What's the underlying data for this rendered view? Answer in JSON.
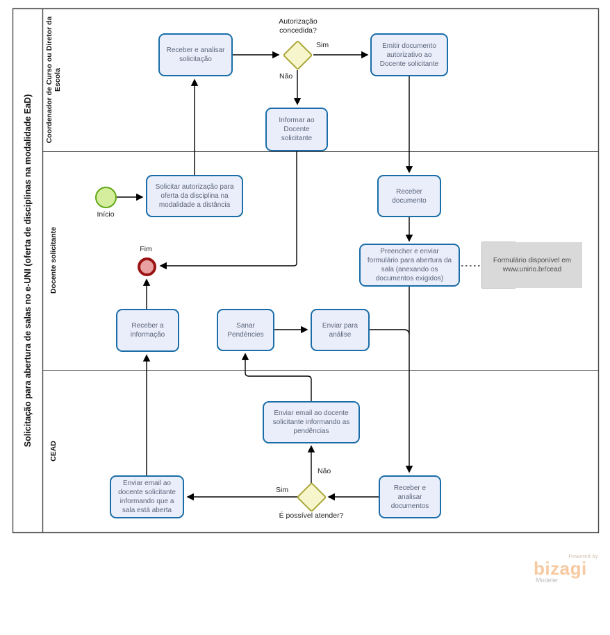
{
  "pool": {
    "title": "Solicitação para abertura de salas no e-UNI (oferta de disciplinas na modalidade EaD)",
    "lanes": [
      {
        "label": "Coordenador de Curso ou Diretor da Escola"
      },
      {
        "label": "Docente  solicitante"
      },
      {
        "label": "CEAD"
      }
    ]
  },
  "events": {
    "start": {
      "label": "Início"
    },
    "end": {
      "label": "Fim"
    }
  },
  "gateways": {
    "autorizacao": {
      "question": "Autorização concedida?",
      "yes": "Sim",
      "no": "Não"
    },
    "atender": {
      "question": "É possível atender?",
      "yes": "Sim",
      "no": "Não"
    }
  },
  "tasks": {
    "receber_analisar_solicitacao": "Receber  e analisar solicitação",
    "emitir_documento": "Emitir documento autorizativo ao Docente solicitante",
    "informar_docente": "Informar ao Docente solicitante",
    "solicitar_autorizacao": "Solicitar autorização para oferta da disciplina na modalidade a distância",
    "receber_documento": "Receber documento",
    "preencher_enviar_formulario": "Preencher e enviar formulário para abertura da sala (anexando os documentos exigidos)",
    "receber_informacao": "Receber a informação",
    "sanar_pendencias": "Sanar Pendències",
    "enviar_para_analise": "Enviar para análise",
    "enviar_email_pendencias": "Enviar email ao docente solicitante informando as pendências",
    "receber_analisar_documentos": "Receber e analisar documentos",
    "enviar_email_sala_aberta": "Enviar email ao docente solicitante informando que a sala está aberta"
  },
  "annotation": {
    "text": "Formulário disponível em www.unirio.br/cead"
  },
  "branding": {
    "powered_by": "Powered by",
    "brand": "bizagi",
    "product": "Modeler"
  },
  "colors": {
    "task_fill": "#e9eefa",
    "task_border": "#1a6da8",
    "task_text": "#5b6478",
    "gateway_fill": "#f7f5cb",
    "gateway_border": "#a9a636",
    "start_fill": "#d5ee9d",
    "start_border": "#62a716",
    "end_fill": "#e9a0a0",
    "end_border": "#9b1414",
    "annotation_fill": "#d9d9d9",
    "pool_border": "#444444",
    "brand_orange": "#f6c9a0"
  }
}
